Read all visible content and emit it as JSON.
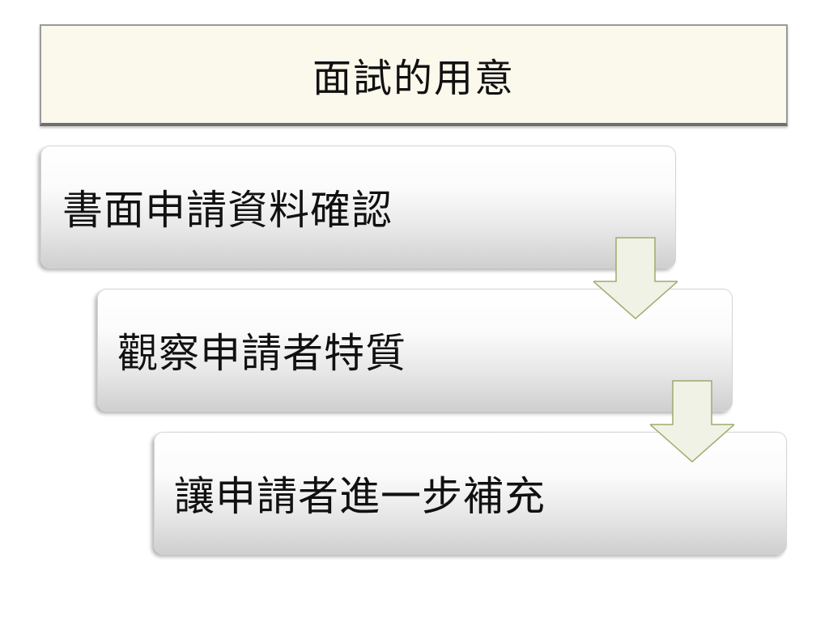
{
  "title": "面試的用意",
  "steps": [
    {
      "label": "書面申請資料確認"
    },
    {
      "label": "觀察申請者特質"
    },
    {
      "label": "讓申請者進一步補充"
    }
  ],
  "colors": {
    "title_background": "#fbf8ec",
    "arrow_fill": "#f0f2e6",
    "arrow_stroke": "#9aab6b",
    "text": "#111111"
  },
  "icons": {
    "connector": "down-arrow-icon"
  }
}
